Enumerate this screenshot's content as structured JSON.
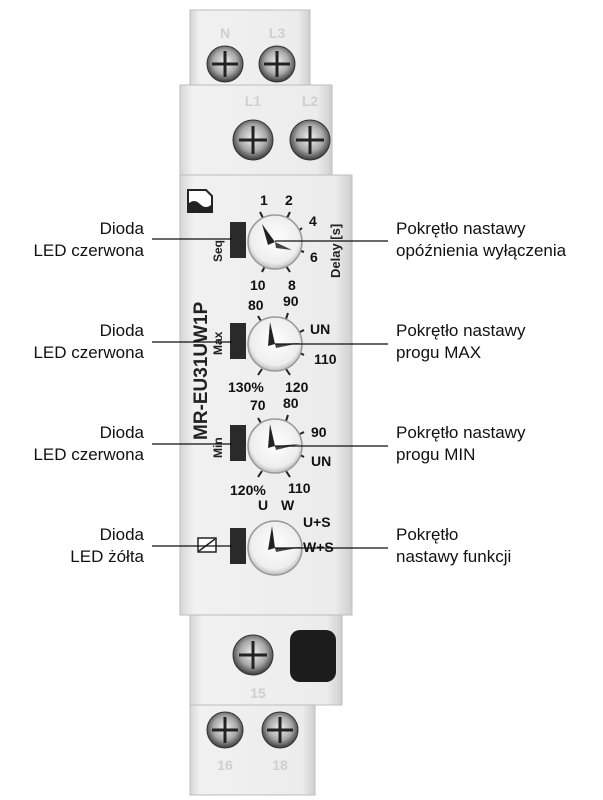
{
  "device": {
    "model": "MR-EU31UW1P",
    "terminals": {
      "top_row_1": [
        "N",
        "L3"
      ],
      "top_row_2": [
        "L1",
        "L2"
      ],
      "bottom_row_1": [
        "15"
      ],
      "bottom_row_2": [
        "16",
        "18"
      ]
    },
    "dials": {
      "delay": {
        "side_label": "Seq",
        "unit_label": "Delay [s]",
        "ticks": [
          "1",
          "2",
          "4",
          "6",
          "8",
          "10"
        ]
      },
      "max": {
        "side_label": "Max",
        "ticks": [
          "80",
          "90",
          "UN",
          "110",
          "120",
          "130%"
        ]
      },
      "min": {
        "side_label": "Min",
        "ticks": [
          "70",
          "80",
          "90",
          "UN",
          "110",
          "120%"
        ]
      },
      "function": {
        "ticks": [
          "U",
          "W",
          "U+S",
          "W+S"
        ]
      }
    }
  },
  "callouts": {
    "left": [
      {
        "line1": "Dioda",
        "line2": "LED czerwona"
      },
      {
        "line1": "Dioda",
        "line2": "LED czerwona"
      },
      {
        "line1": "Dioda",
        "line2": "LED czerwona"
      },
      {
        "line1": "Dioda",
        "line2": "LED żółta"
      }
    ],
    "right": [
      {
        "line1": "Pokrętło nastawy",
        "line2": "opóźnienia wyłączenia"
      },
      {
        "line1": "Pokrętło nastawy",
        "line2": "progu MAX"
      },
      {
        "line1": "Pokrętło nastawy",
        "line2": "progu MIN"
      },
      {
        "line1": "Pokrętło",
        "line2": "nastawy funkcji"
      }
    ]
  },
  "colors": {
    "housing": "#ededed",
    "housing_shadow": "#c9c9c9",
    "led": "#2a2a2a",
    "text": "#111111",
    "label_grey": "#cfcfcf"
  }
}
